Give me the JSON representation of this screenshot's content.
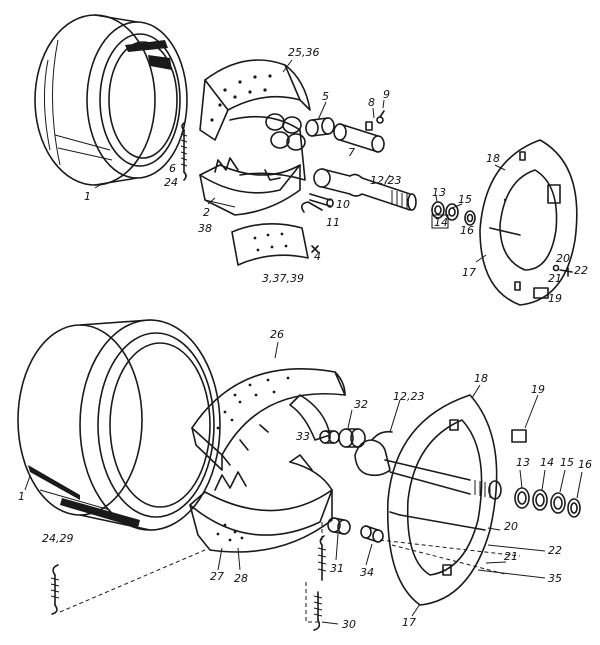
{
  "labels": {
    "top": {
      "l1": "1",
      "l25_36": "25,36",
      "l6": "6",
      "l24": "24",
      "l2": "2",
      "l38": "38",
      "l3_37_39": "3,37,39",
      "l4": "4",
      "l5": "5",
      "l8": "8",
      "l9": "9",
      "l7": "7",
      "l10": "10",
      "l11": "11",
      "l12_23": "12,23",
      "l13": "13",
      "l14": "14",
      "l15": "15",
      "l16": "16",
      "l18": "18",
      "l17": "17",
      "l20": "20",
      "l21": "21",
      "l22": "22",
      "l19": "19"
    },
    "bottom": {
      "l26": "26",
      "l32": "32",
      "l12_23": "12,23",
      "l18": "18",
      "l19": "19",
      "l33": "33",
      "l13": "13",
      "l14": "14",
      "l15": "15",
      "l16": "16",
      "l1": "1",
      "l24_29": "24,29",
      "l20": "20",
      "l22": "22",
      "l21": "21",
      "l35": "35",
      "l27": "27",
      "l28": "28",
      "l31": "31",
      "l34": "34",
      "l30": "30",
      "l17": "17"
    }
  },
  "colors": {
    "ink": "#1a1a1a",
    "paper": "#ffffff"
  }
}
